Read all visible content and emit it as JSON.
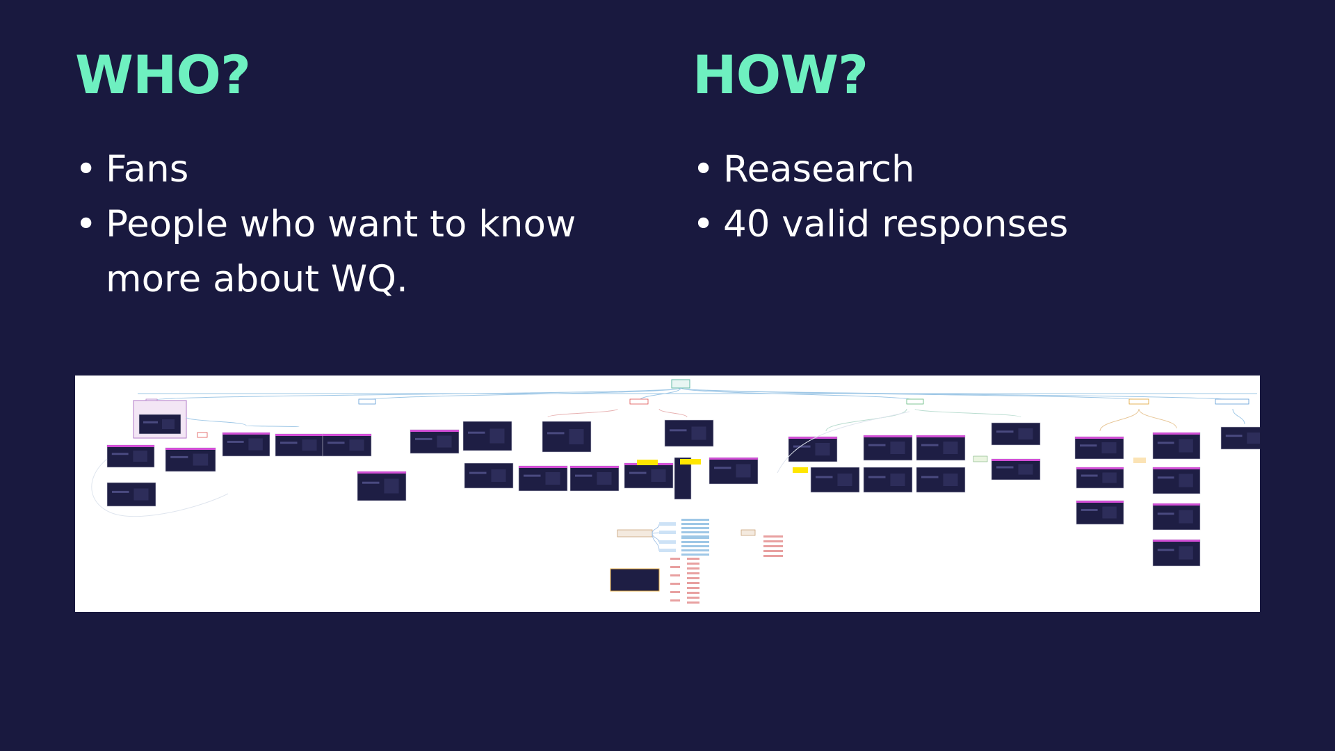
{
  "who": {
    "heading": "WHO?",
    "bullets": [
      "Fans",
      "People who want to know more about WQ."
    ]
  },
  "how": {
    "heading": "HOW?",
    "bullets": [
      "Reasearch",
      "40 valid responses"
    ]
  },
  "colors": {
    "background": "#19193f",
    "heading": "#6ef0c0",
    "text": "#ffffff",
    "mindmap_background": "#ffffff"
  }
}
